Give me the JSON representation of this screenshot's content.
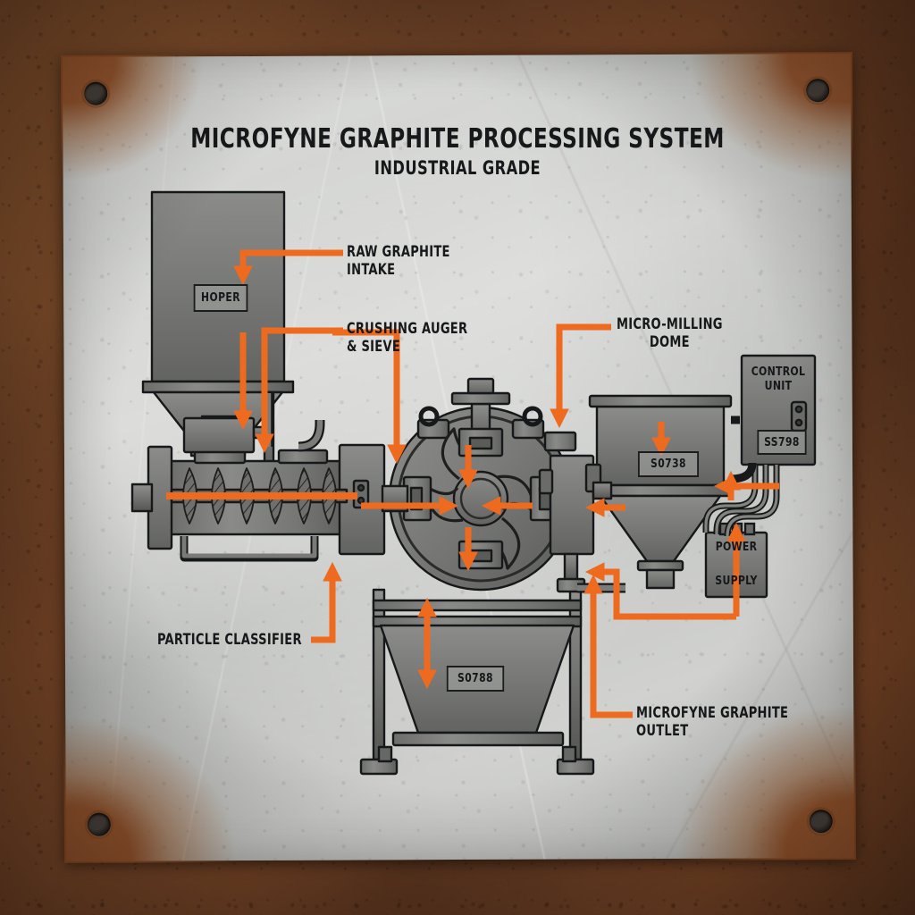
{
  "plate": {
    "title": "MICROFYNE GRAPHITE PROCESSING SYSTEM",
    "subtitle": "INDUSTRIAL GRADE"
  },
  "colors": {
    "accent_orange": "#ED6A1E",
    "ink_black": "#17181A",
    "plate_steel": "#C6C8C5",
    "machine_fill": "#7E7F7D",
    "machine_dark": "#5C5D5B",
    "rust_brown": "#8E4E22"
  },
  "callouts": [
    {
      "id": "raw-graphite-intake",
      "lines": [
        "RAW GRAPHITE",
        "INTAKE"
      ]
    },
    {
      "id": "crushing-auger-sieve",
      "lines": [
        "CRUSHING AUGER",
        "& SIEVE"
      ]
    },
    {
      "id": "micro-milling-dome",
      "lines": [
        "MICRO-MILLING",
        "DOME"
      ]
    },
    {
      "id": "particle-classifier",
      "lines": [
        "PARTICLE CLASSIFIER"
      ]
    },
    {
      "id": "microfyne-graphite-outlet",
      "lines": [
        "MICROFYNE GRAPHITE",
        "OUTLET"
      ]
    }
  ],
  "equipment": {
    "hopper": {
      "label": "HOPER"
    },
    "milling_dome": {
      "id_badge": "S0738"
    },
    "collection_cone": {
      "id_badge": "S0788"
    },
    "control_unit": {
      "title_line1": "CONTROL",
      "title_line2": "UNIT",
      "id_badge": "SS798"
    },
    "power_supply": {
      "title_line1": "POWER",
      "title_line2": "SUPPLY"
    }
  },
  "bolts": [
    {
      "id": "bolt-top-left"
    },
    {
      "id": "bolt-top-right"
    },
    {
      "id": "bolt-bottom-left"
    },
    {
      "id": "bolt-bottom-right"
    }
  ]
}
